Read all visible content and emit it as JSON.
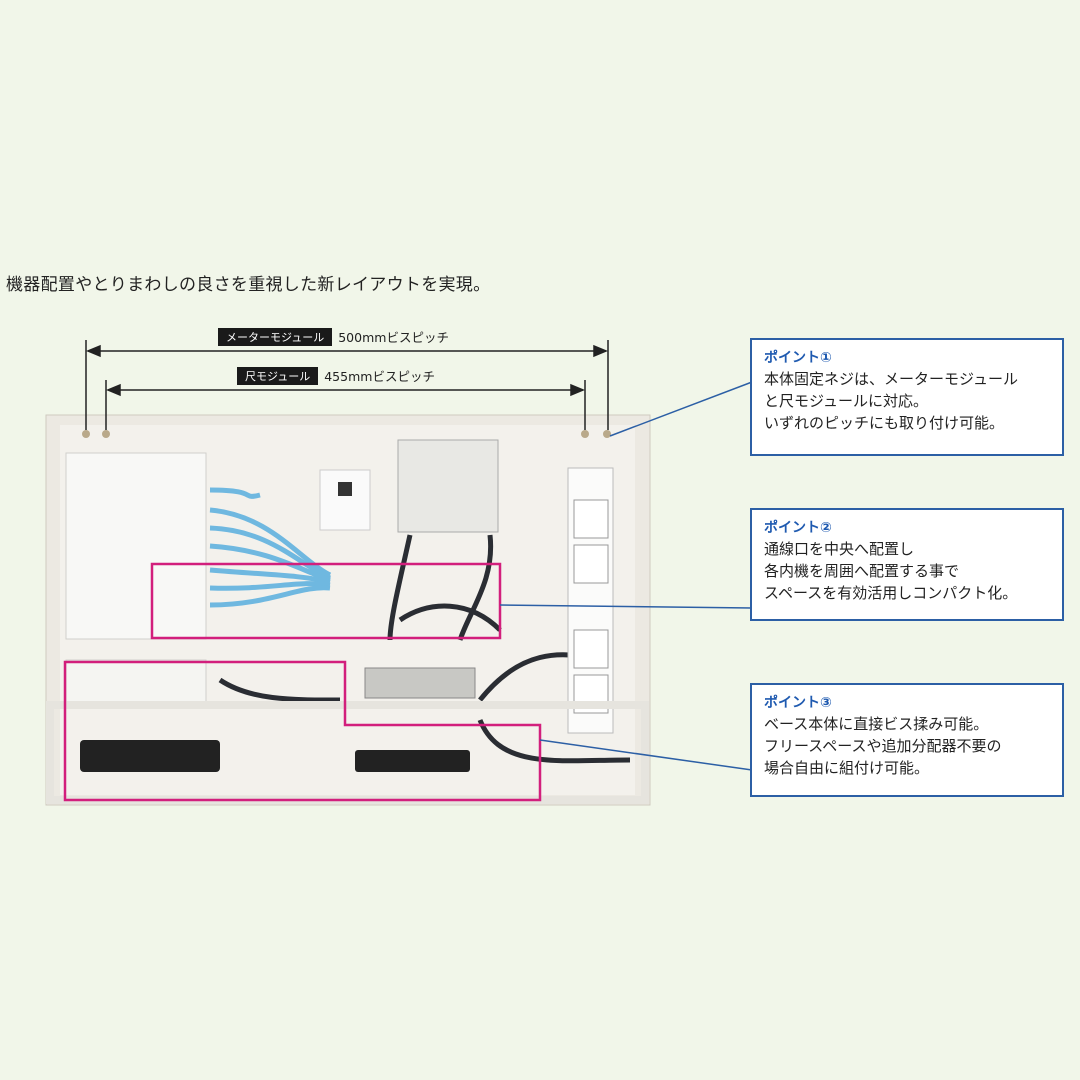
{
  "headline": "機器配置やとりまわしの良さを重視した新レイアウトを実現。",
  "dimensions": [
    {
      "tag": "メーターモジュール",
      "value": "500mmビスピッチ"
    },
    {
      "tag": "尺モジュール",
      "value": "455mmビスピッチ"
    }
  ],
  "callouts": [
    {
      "title": "ポイント①",
      "lines": [
        "本体固定ネジは、メーターモジュール",
        "と尺モジュールに対応。",
        "いずれのピッチにも取り付け可能。"
      ]
    },
    {
      "title": "ポイント②",
      "lines": [
        "通線口を中央へ配置し",
        "各内機を周囲へ配置する事で",
        "スペースを有効活用しコンパクト化。"
      ]
    },
    {
      "title": "ポイント③",
      "lines": [
        "ベース本体に直接ビス揉み可能。",
        "フリースペースや追加分配器不要の",
        "場合自由に組付け可能。"
      ]
    }
  ],
  "colors": {
    "background": "#f1f6e9",
    "callout_border": "#2c5fa5",
    "callout_title": "#1f5ab0",
    "highlight": "#d21f7c",
    "cable": "#6fb8e0"
  }
}
